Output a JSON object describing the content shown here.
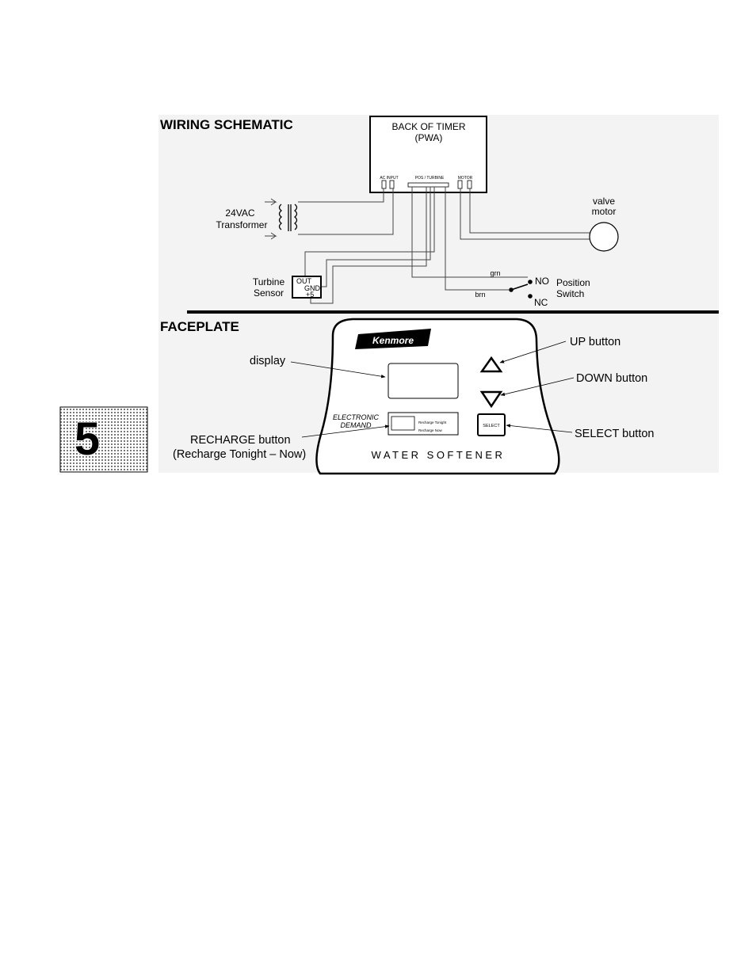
{
  "section_number": "5",
  "wiring": {
    "title": "WIRING SCHEMATIC",
    "timer_title": "BACK OF TIMER",
    "timer_subtitle": "(PWA)",
    "conn_ac": "AC INPUT",
    "conn_pos": "POS / TURBINE",
    "conn_motor": "MOTOR",
    "transformer_line1": "24VAC",
    "transformer_line2": "Transformer",
    "valve_line1": "valve",
    "valve_line2": "motor",
    "turbine_line1": "Turbine",
    "turbine_line2": "Sensor",
    "turbine_out": "OUT",
    "turbine_gnd": "GND",
    "turbine_plus": "+5",
    "wire_grn": "grn",
    "wire_brn": "brn",
    "switch_no": "NO",
    "switch_nc": "NC",
    "switch_line1": "Position",
    "switch_line2": "Switch"
  },
  "faceplate": {
    "title": "FACEPLATE",
    "brand": "Kenmore",
    "product": "WATER SOFTENER",
    "electronic_line1": "ELECTRONIC",
    "electronic_line2": "DEMAND",
    "recharge_opt1": "Recharge Tonight",
    "recharge_opt2": "Recharge Now",
    "select_key": "SELECT",
    "callout_display": "display",
    "callout_up": "UP button",
    "callout_down": "DOWN button",
    "callout_select": "SELECT button",
    "callout_recharge_line1": "RECHARGE button",
    "callout_recharge_line2": "(Recharge Tonight – Now)"
  }
}
